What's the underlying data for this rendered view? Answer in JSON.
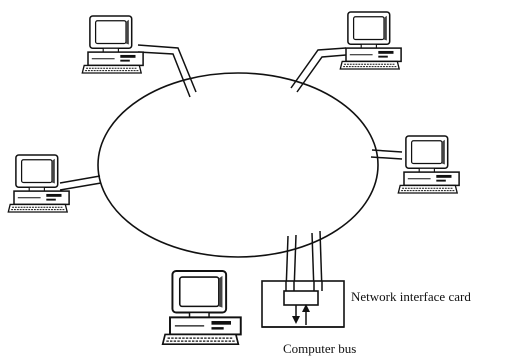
{
  "diagram": {
    "labels": {
      "network_interface_card": "Network interface card",
      "computer_bus": "Computer bus"
    },
    "nodes": [
      {
        "name": "computer-top-left"
      },
      {
        "name": "computer-top-right"
      },
      {
        "name": "computer-left"
      },
      {
        "name": "computer-right"
      },
      {
        "name": "computer-bottom"
      }
    ],
    "topology": "ring",
    "colors": {
      "ink": "#111111",
      "paper": "#ffffff"
    }
  }
}
